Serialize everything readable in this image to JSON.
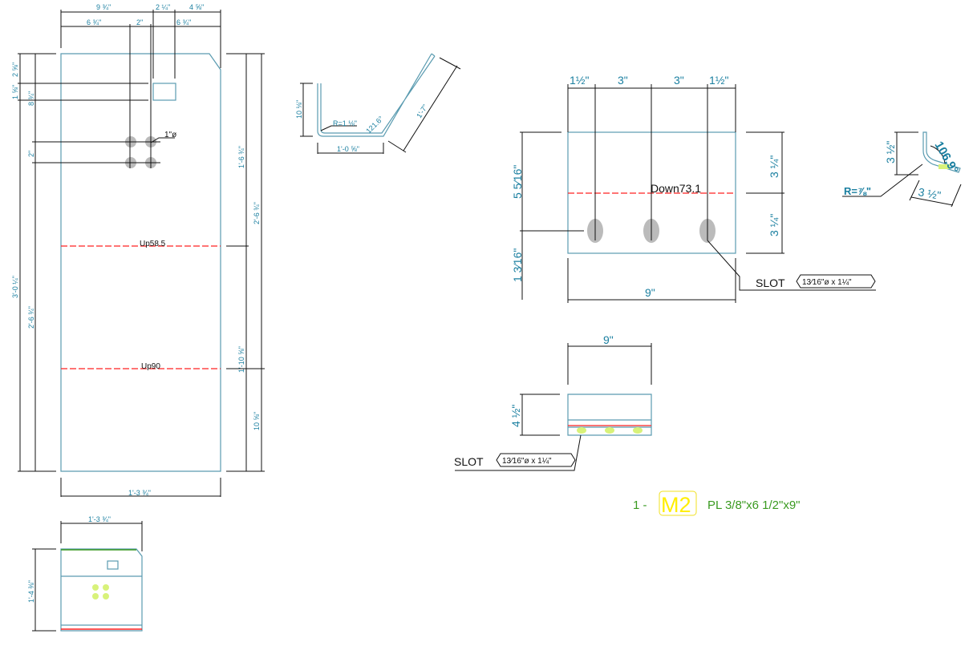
{
  "flat_pattern": {
    "top_dims": [
      "9 ¾\"",
      "2 ¼\"",
      "4 ⅝\"",
      "6 ¾\"",
      "2\"",
      "6 ¾\""
    ],
    "left_dims": [
      "2 ⅝\"",
      "1 ⅝\"",
      "8 ¾\"",
      "2\"",
      "3'-0 ¼\"",
      "2'-6 ¾\""
    ],
    "right_dims": [
      "1'-6 ¾\"",
      "2'-6 ¾\"",
      "1'-10 ⅝\"",
      "10 ⅝\""
    ],
    "bottom_dim": "1'-3 ¾\"",
    "hole_label": "1\"ø",
    "bend_lines": [
      "Up58.5",
      "Up90"
    ]
  },
  "bend_profile": {
    "height": "10 ⅛\"",
    "radius": "R=1 ⅛\"",
    "angle": "121.6°",
    "base": "1'-0 ⅝\"",
    "flange": "1'-7\""
  },
  "elevation_small": {
    "width": "1'-3 ¾\"",
    "height": "1'-4 ⅜\""
  },
  "plate_view": {
    "top_dims": [
      "1½\"",
      "3\"",
      "3\"",
      "1½\""
    ],
    "left_dims": [
      "5 5⁄16\"",
      "1 3⁄16\""
    ],
    "right_dims": [
      "3 ¼\"",
      "3 ¼\""
    ],
    "bottom_dim": "9\"",
    "bend_line": "Down73.1",
    "slot_label": "SLOT",
    "slot_spec": "13⁄16\"ø x 1¼\""
  },
  "bend_detail": {
    "angle": "106.9°",
    "leg1": "3 ½\"",
    "leg2": "3 ½\"",
    "radius": "R=⅞\""
  },
  "plate_edge_view": {
    "width": "9\"",
    "height": "4 ½\"",
    "slot_label": "SLOT",
    "slot_spec": "13⁄16\"ø x 1¼\""
  },
  "part_label": {
    "qty": "1 -",
    "mark": "M2",
    "description": "PL 3/8\"x6 1/2\"x9\""
  }
}
